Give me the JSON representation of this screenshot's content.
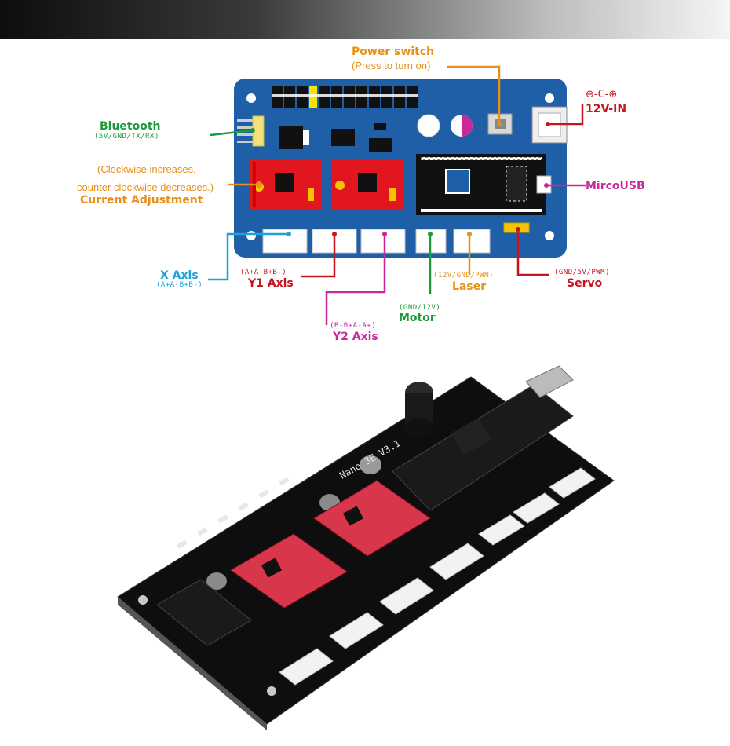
{
  "colors": {
    "power": "#e8901a",
    "bluetooth": "#1a9a3a",
    "current": "#e8901a",
    "x_axis": "#1ea0dc",
    "y1": "#c8141e",
    "y2": "#c8289a",
    "motor": "#1a9a3a",
    "laser": "#e8901a",
    "servo": "#c8141e",
    "power_in": "#c8141e",
    "usb": "#c8289a",
    "board": "#1f5fa8"
  },
  "labels": {
    "power_switch": {
      "title": "Power switch",
      "sub": "(Press to turn on)"
    },
    "bluetooth": {
      "title": "Bluetooth",
      "sub": "(5V/GND/TX/RX)"
    },
    "current": {
      "line1": "(Clockwise increases,",
      "line2": "counter clockwise decreases.)",
      "title": "Current Adjustment"
    },
    "x_axis": {
      "title": "X Axis",
      "sub": "(A+A-B+B-)"
    },
    "y1_axis": {
      "title": "Y1 Axis",
      "sub": "(A+A-B+B-)"
    },
    "y2_axis": {
      "title": "Y2 Axis",
      "sub": "(B-B+A-A+)"
    },
    "motor": {
      "title": "Motor",
      "sub": "(GND/12V)"
    },
    "laser": {
      "title": "Laser",
      "sub": "(12V/GND/PWM)"
    },
    "servo": {
      "title": "Servo",
      "sub": "(GND/5V/PWM)"
    },
    "power_in": {
      "title": "12V-IN",
      "symbol": "⊖-C-⊕"
    },
    "usb": {
      "title": "MircoUSB"
    }
  },
  "board_print": {
    "name": "Nano 3E V3.1"
  }
}
